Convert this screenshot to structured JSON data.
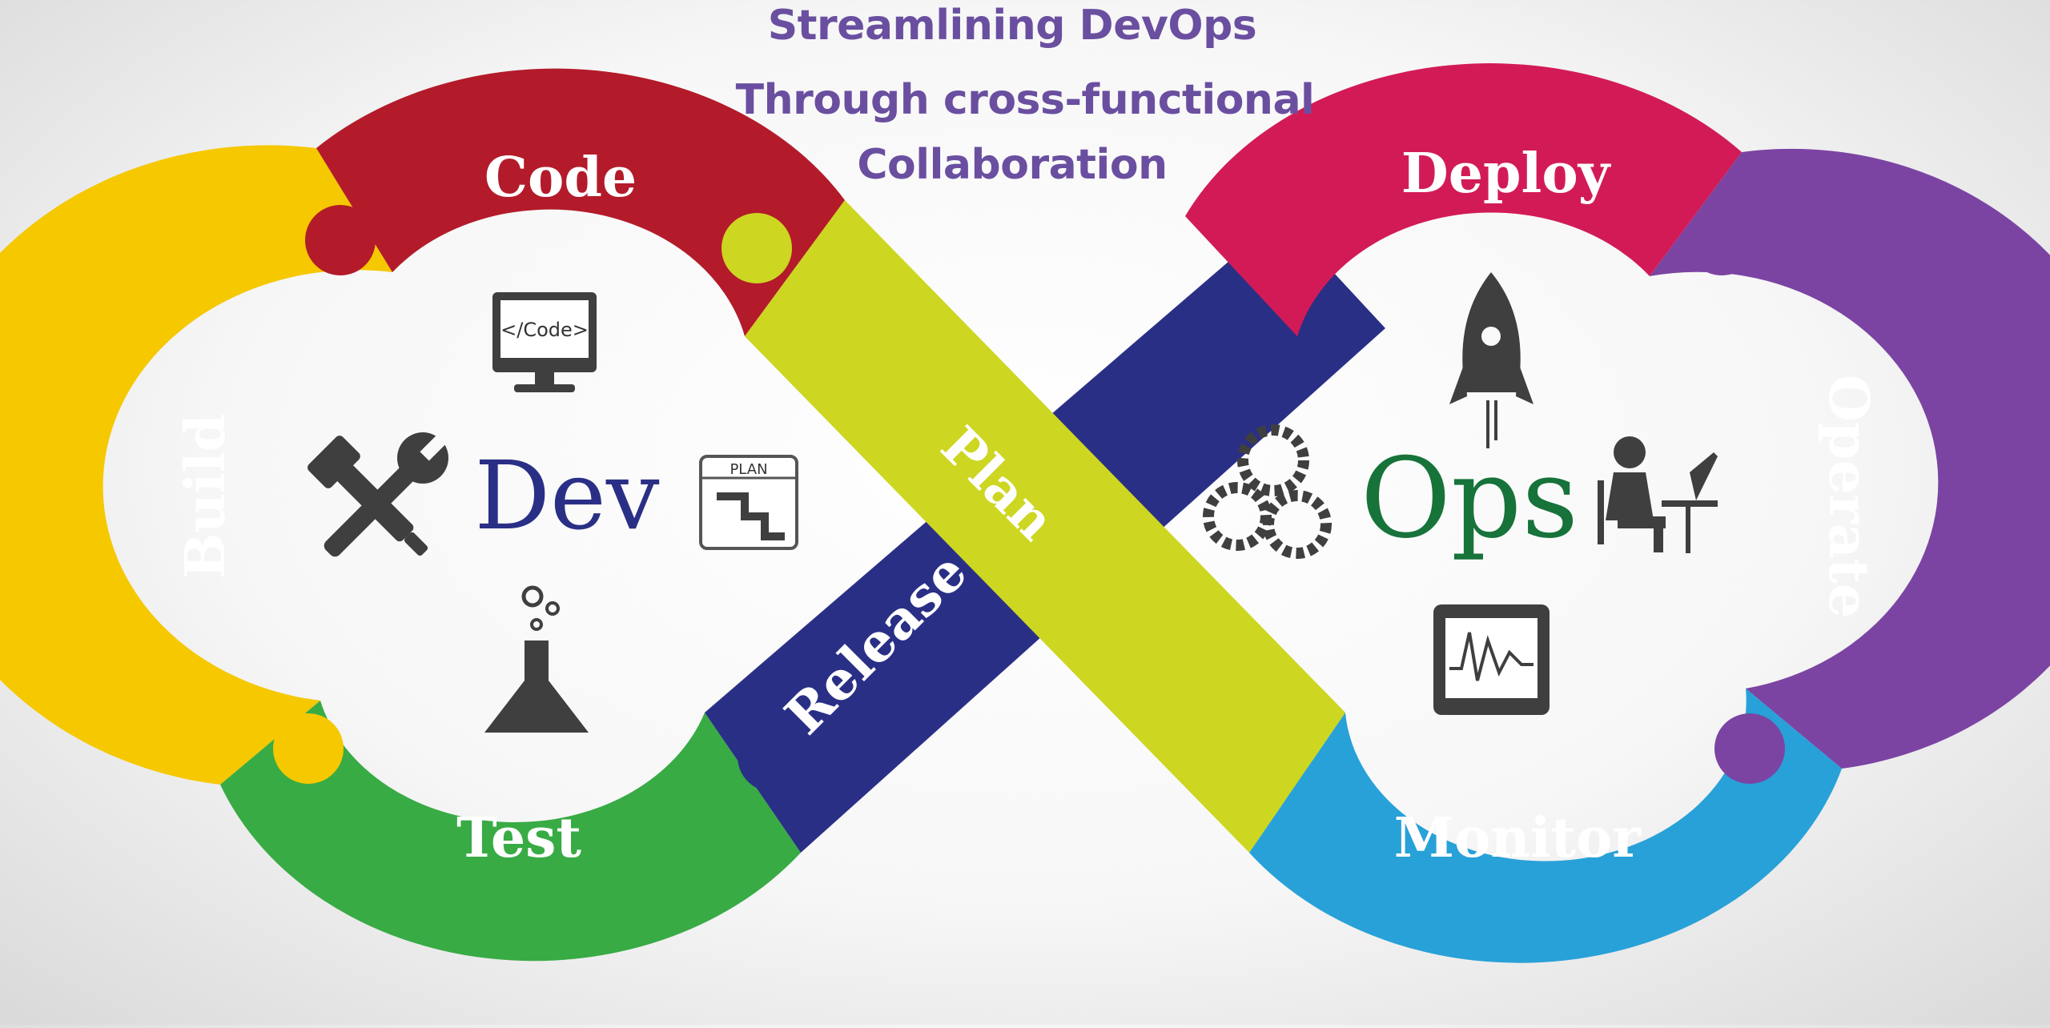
{
  "title": {
    "line1": "Streamlining DevOps",
    "line2": "Through cross-functional",
    "line3": "Collaboration"
  },
  "segments": {
    "code": "Code",
    "build": "Build",
    "test": "Test",
    "release": "Release",
    "plan": "Plan",
    "deploy": "Deploy",
    "operate": "Operate",
    "monitor": "Monitor"
  },
  "center": {
    "dev": "Dev",
    "ops": "Ops"
  },
  "icons": {
    "code_monitor_text": "</Code>",
    "plan_board_text": "PLAN",
    "list": [
      "code-monitor-icon",
      "tools-icon",
      "plan-board-icon",
      "flask-icon",
      "rocket-icon",
      "gears-icon",
      "desk-worker-icon",
      "monitor-chart-icon"
    ]
  },
  "colors": {
    "code": "#b31b2a",
    "build": "#f5c800",
    "test": "#38ab45",
    "release": "#2a2f86",
    "plan": "#cdd621",
    "deploy": "#d21b56",
    "operate": "#7b44a2",
    "monitor": "#28a1d8",
    "dev_text": "#2a2f86",
    "ops_text": "#17733a",
    "title_text": "#6a4fa0"
  }
}
